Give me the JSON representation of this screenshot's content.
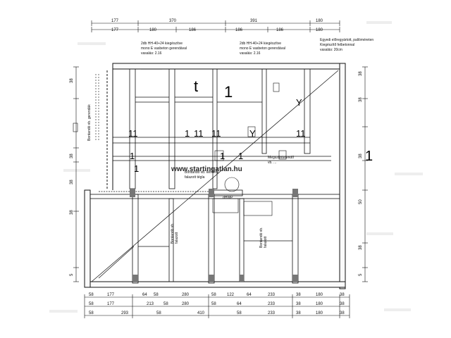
{
  "watermark": "www.startingatlan.hu",
  "dimensions": {
    "top_row_1": [
      "177",
      "370",
      "391",
      "180"
    ],
    "top_row_2": [
      "177",
      "180",
      "186",
      "186",
      "186",
      "180"
    ],
    "bottom_row_1": [
      "58",
      "177",
      "64",
      "58",
      "280",
      "58",
      "122",
      "64",
      "233",
      "38",
      "180",
      "38"
    ],
    "bottom_row_2": [
      "58",
      "177",
      "213",
      "58",
      "280",
      "58",
      "64",
      "233",
      "38",
      "180",
      "38"
    ],
    "bottom_row_3": [
      "58",
      "293",
      "58",
      "410",
      "58",
      "233",
      "38",
      "180",
      "38"
    ],
    "left_column": [
      "38",
      "38",
      "38",
      "38",
      "5"
    ],
    "right_column": [
      "38",
      "38",
      "38",
      "50",
      "38",
      "5"
    ]
  },
  "annotations": {
    "note_left_top": [
      "2db HH-40+24 kiegészítve",
      "mono E vasbeton gerendával",
      "vasalás: 2.16"
    ],
    "note_mid_top": [
      "2db HH-40+24 kiegészítve",
      "mono E vasbeton gerendával",
      "vasalás: 2.16"
    ],
    "note_right_top": [
      "Egyedi előregyártott, pallóméreten",
      "Kiegészítő felbetonnal",
      "vasalás: 20cm"
    ],
    "note_mid_wall": [
      "Bontandó vb. kémény",
      "falazott tégla"
    ],
    "note_centre": [
      "Megszüntetendő",
      "vb. ..."
    ],
    "note_bottom_mid": [
      "Bontandó vb.",
      "falazott"
    ],
    "note_bottom_right": [
      "Bontandó vb.",
      "falazott"
    ],
    "note_left_vertical": "Bontandó vb. gerendák",
    "room_codes": "dHWP"
  },
  "marks": {
    "big_t": "t",
    "big_1_top": "1",
    "big_1_right": "1",
    "row_a": [
      "11",
      "1",
      "11",
      "11",
      "Y",
      "11"
    ],
    "row_b": [
      "1",
      "1",
      "1",
      "1"
    ],
    "y_top": "Y"
  }
}
